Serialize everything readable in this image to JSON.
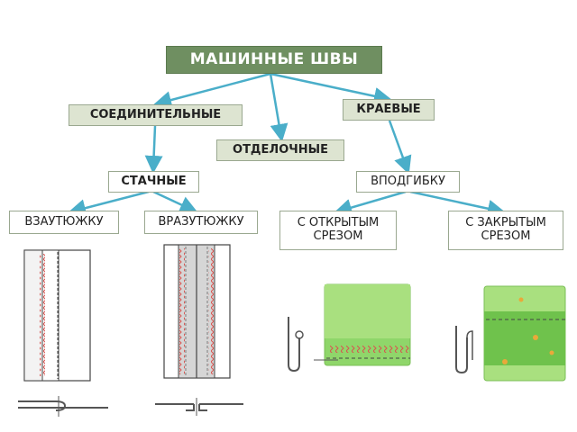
{
  "diagram": {
    "root": "МАШИННЫЕ ШВЫ",
    "categories": {
      "connecting": "СОЕДИНИТЕЛЬНЫЕ",
      "edge": "КРАЕВЫЕ",
      "finishing": "ОТДЕЛОЧНЫЕ"
    },
    "subtypes": {
      "stitched": "СТАЧНЫЕ",
      "hem": "ВПОДГИБКУ"
    },
    "leaves": {
      "pressed_one_side": "ВЗАУТЮЖКУ",
      "pressed_open": "ВРАЗУТЮЖКУ",
      "open_edge": "С ОТКРЫТЫМ\nСРЕЗОМ",
      "closed_edge": "С ЗАКРЫТЫМ\nСРЕЗОМ"
    }
  },
  "colors": {
    "arrow": "#4aaec9",
    "root_fill": "#6f8f61",
    "category_fill": "#dde4d1",
    "fabric_green": "#8fd66a",
    "stitch_red": "#d9534f"
  }
}
